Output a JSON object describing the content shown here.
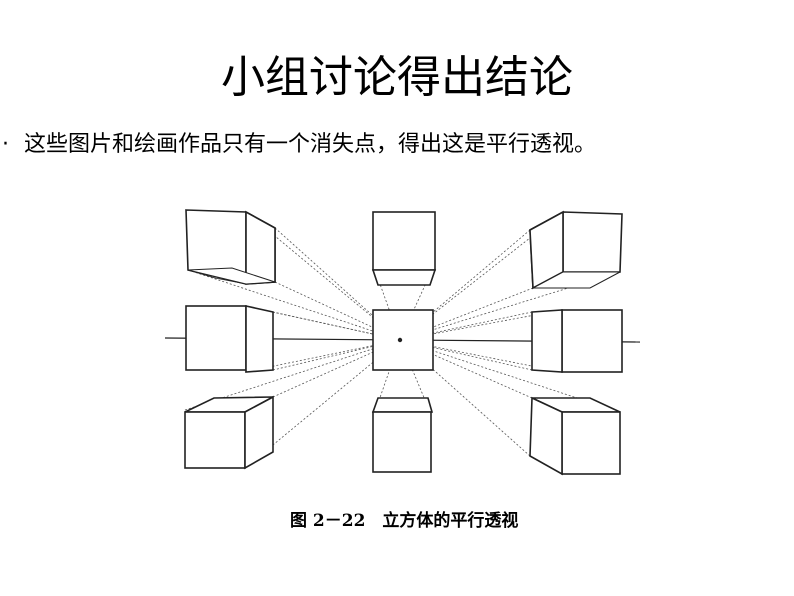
{
  "slide": {
    "title": "小组讨论得出结论",
    "bullet_marker": "·",
    "bullet_text": "这些图片和绘画作品只有一个消失点，得出这是平行透视。"
  },
  "figure": {
    "caption": "图 2－22　立方体的平行透视"
  }
}
